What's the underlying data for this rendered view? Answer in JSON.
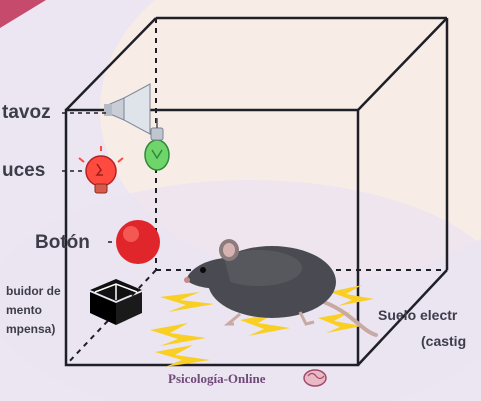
{
  "labels": {
    "speaker": "tavoz",
    "lights": "uces",
    "button": "Botón",
    "dispenser": [
      "buidor de",
      "mento",
      "mpensa)"
    ],
    "floor": [
      "Suelo electr",
      "(castig"
    ]
  },
  "footer": {
    "brand": "Psicología-Online"
  },
  "icons": {
    "speaker": "speaker-icon",
    "light_red": "red-light-bulb-icon",
    "light_green": "green-light-bulb-icon",
    "button": "red-button-icon",
    "dispenser": "food-dispenser-box-icon",
    "rat": "rat-icon",
    "shock": "lightning-bolt-icon",
    "brand": "brain-logo-icon"
  },
  "colors": {
    "background": "#ece6f2",
    "box_edges": "#1f1f27",
    "label_text": "#3d3d4a",
    "bulb_red": "#ff4a3f",
    "bulb_green": "#6fd46a",
    "button_red": "#e0252b",
    "lightning": "#f8cf22",
    "brand": "#6f4a78"
  }
}
